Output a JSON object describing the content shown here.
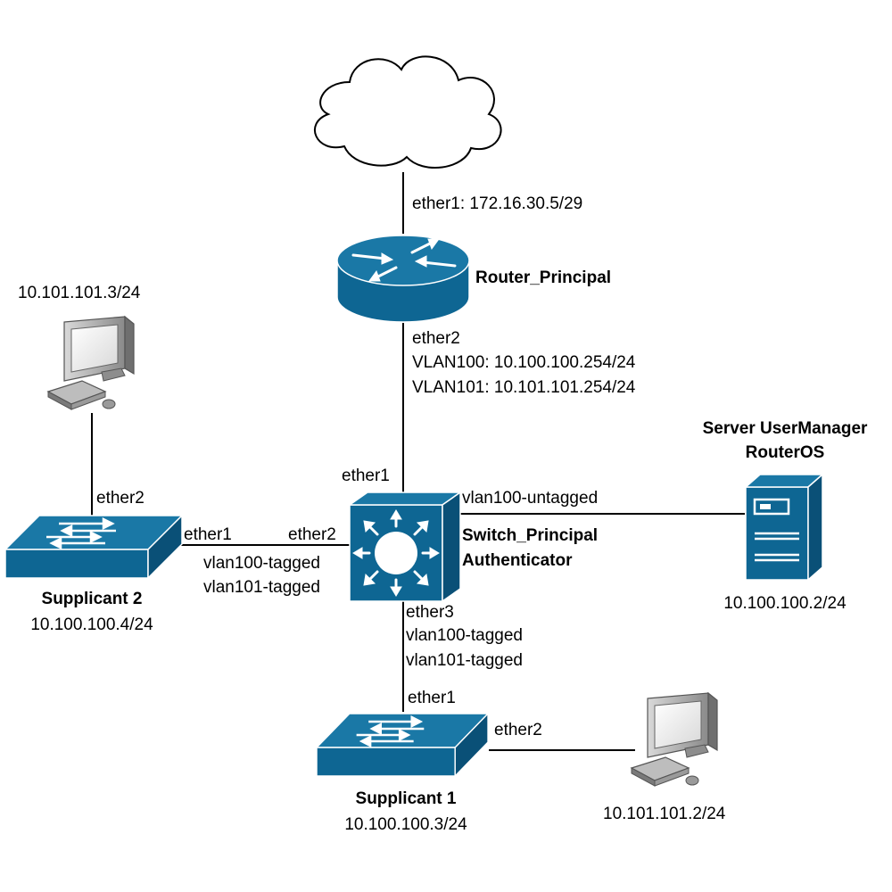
{
  "cloud": {
    "link_label": "ether1: 172.16.30.5/29"
  },
  "router": {
    "name": "Router_Principal",
    "port": "ether2",
    "vlan100": "VLAN100: 10.100.100.254/24",
    "vlan101": "VLAN101: 10.101.101.254/24"
  },
  "switch_main": {
    "name_line1": "Switch_Principal",
    "name_line2": "Authenticator",
    "port_up": "ether1",
    "port_left": "ether2",
    "port_right_label": "vlan100-untagged",
    "port_down": "ether3",
    "down_tag1": "vlan100-tagged",
    "down_tag2": "vlan101-tagged"
  },
  "supplicant2": {
    "name": "Supplicant 2",
    "ip": "10.100.100.4/24",
    "port_up": "ether2",
    "port_right": "ether1",
    "tag1": "vlan100-tagged",
    "tag2": "vlan101-tagged"
  },
  "pc_left": {
    "ip": "10.101.101.3/24"
  },
  "server": {
    "name_line1": "Server UserManager",
    "name_line2": "RouterOS",
    "ip": "10.100.100.2/24"
  },
  "supplicant1": {
    "name": "Supplicant 1",
    "ip": "10.100.100.3/24",
    "port_up": "ether1",
    "port_right": "ether2"
  },
  "pc_right": {
    "ip": "10.101.101.2/24"
  },
  "colors": {
    "device_blue": "#0e6693",
    "device_dark": "#0a5077",
    "link": "#000000",
    "pc_gray": "#9a9a9a"
  }
}
